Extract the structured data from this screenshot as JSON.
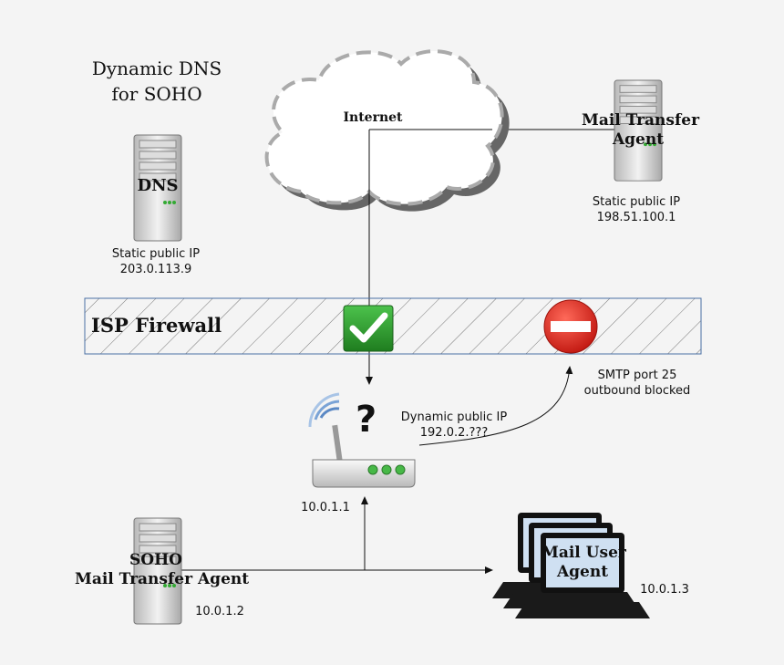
{
  "title": {
    "line1": "Dynamic DNS",
    "line2": "for SOHO"
  },
  "nodes": {
    "internet": {
      "label": "Internet"
    },
    "dns": {
      "label": "DNS",
      "ip_caption": "Static public IP",
      "ip": "203.0.113.9"
    },
    "mta_remote": {
      "label_line1": "Mail Transfer",
      "label_line2": "Agent",
      "ip_caption": "Static public IP",
      "ip": "198.51.100.1"
    },
    "firewall": {
      "label": "ISP Firewall"
    },
    "router": {
      "ip_caption": "Dynamic public IP",
      "ip_public": "192.0.2.???",
      "ip_local": "10.0.1.1",
      "status_symbol": "?"
    },
    "soho_mta": {
      "label_line1": "SOHO",
      "label_line2": "Mail Transfer Agent",
      "ip": "10.0.1.2"
    },
    "mua": {
      "label_line1": "Mail User",
      "label_line2": "Agent",
      "ip": "10.0.1.3"
    }
  },
  "annotations": {
    "smtp_block_line1": "SMTP port 25",
    "smtp_block_line2": "outbound blocked"
  },
  "icons": {
    "allowed": "green-checkmark-icon",
    "blocked": "red-no-entry-icon",
    "cloud": "cloud-icon",
    "server": "server-tower-icon",
    "router": "wifi-router-icon",
    "monitor": "desktop-monitor-icon"
  },
  "colors": {
    "allowed_green": "#2f9a2f",
    "blocked_red": "#d8261e",
    "firewall_border": "#4a6fa5",
    "screen_blue": "#cfe0f2"
  }
}
